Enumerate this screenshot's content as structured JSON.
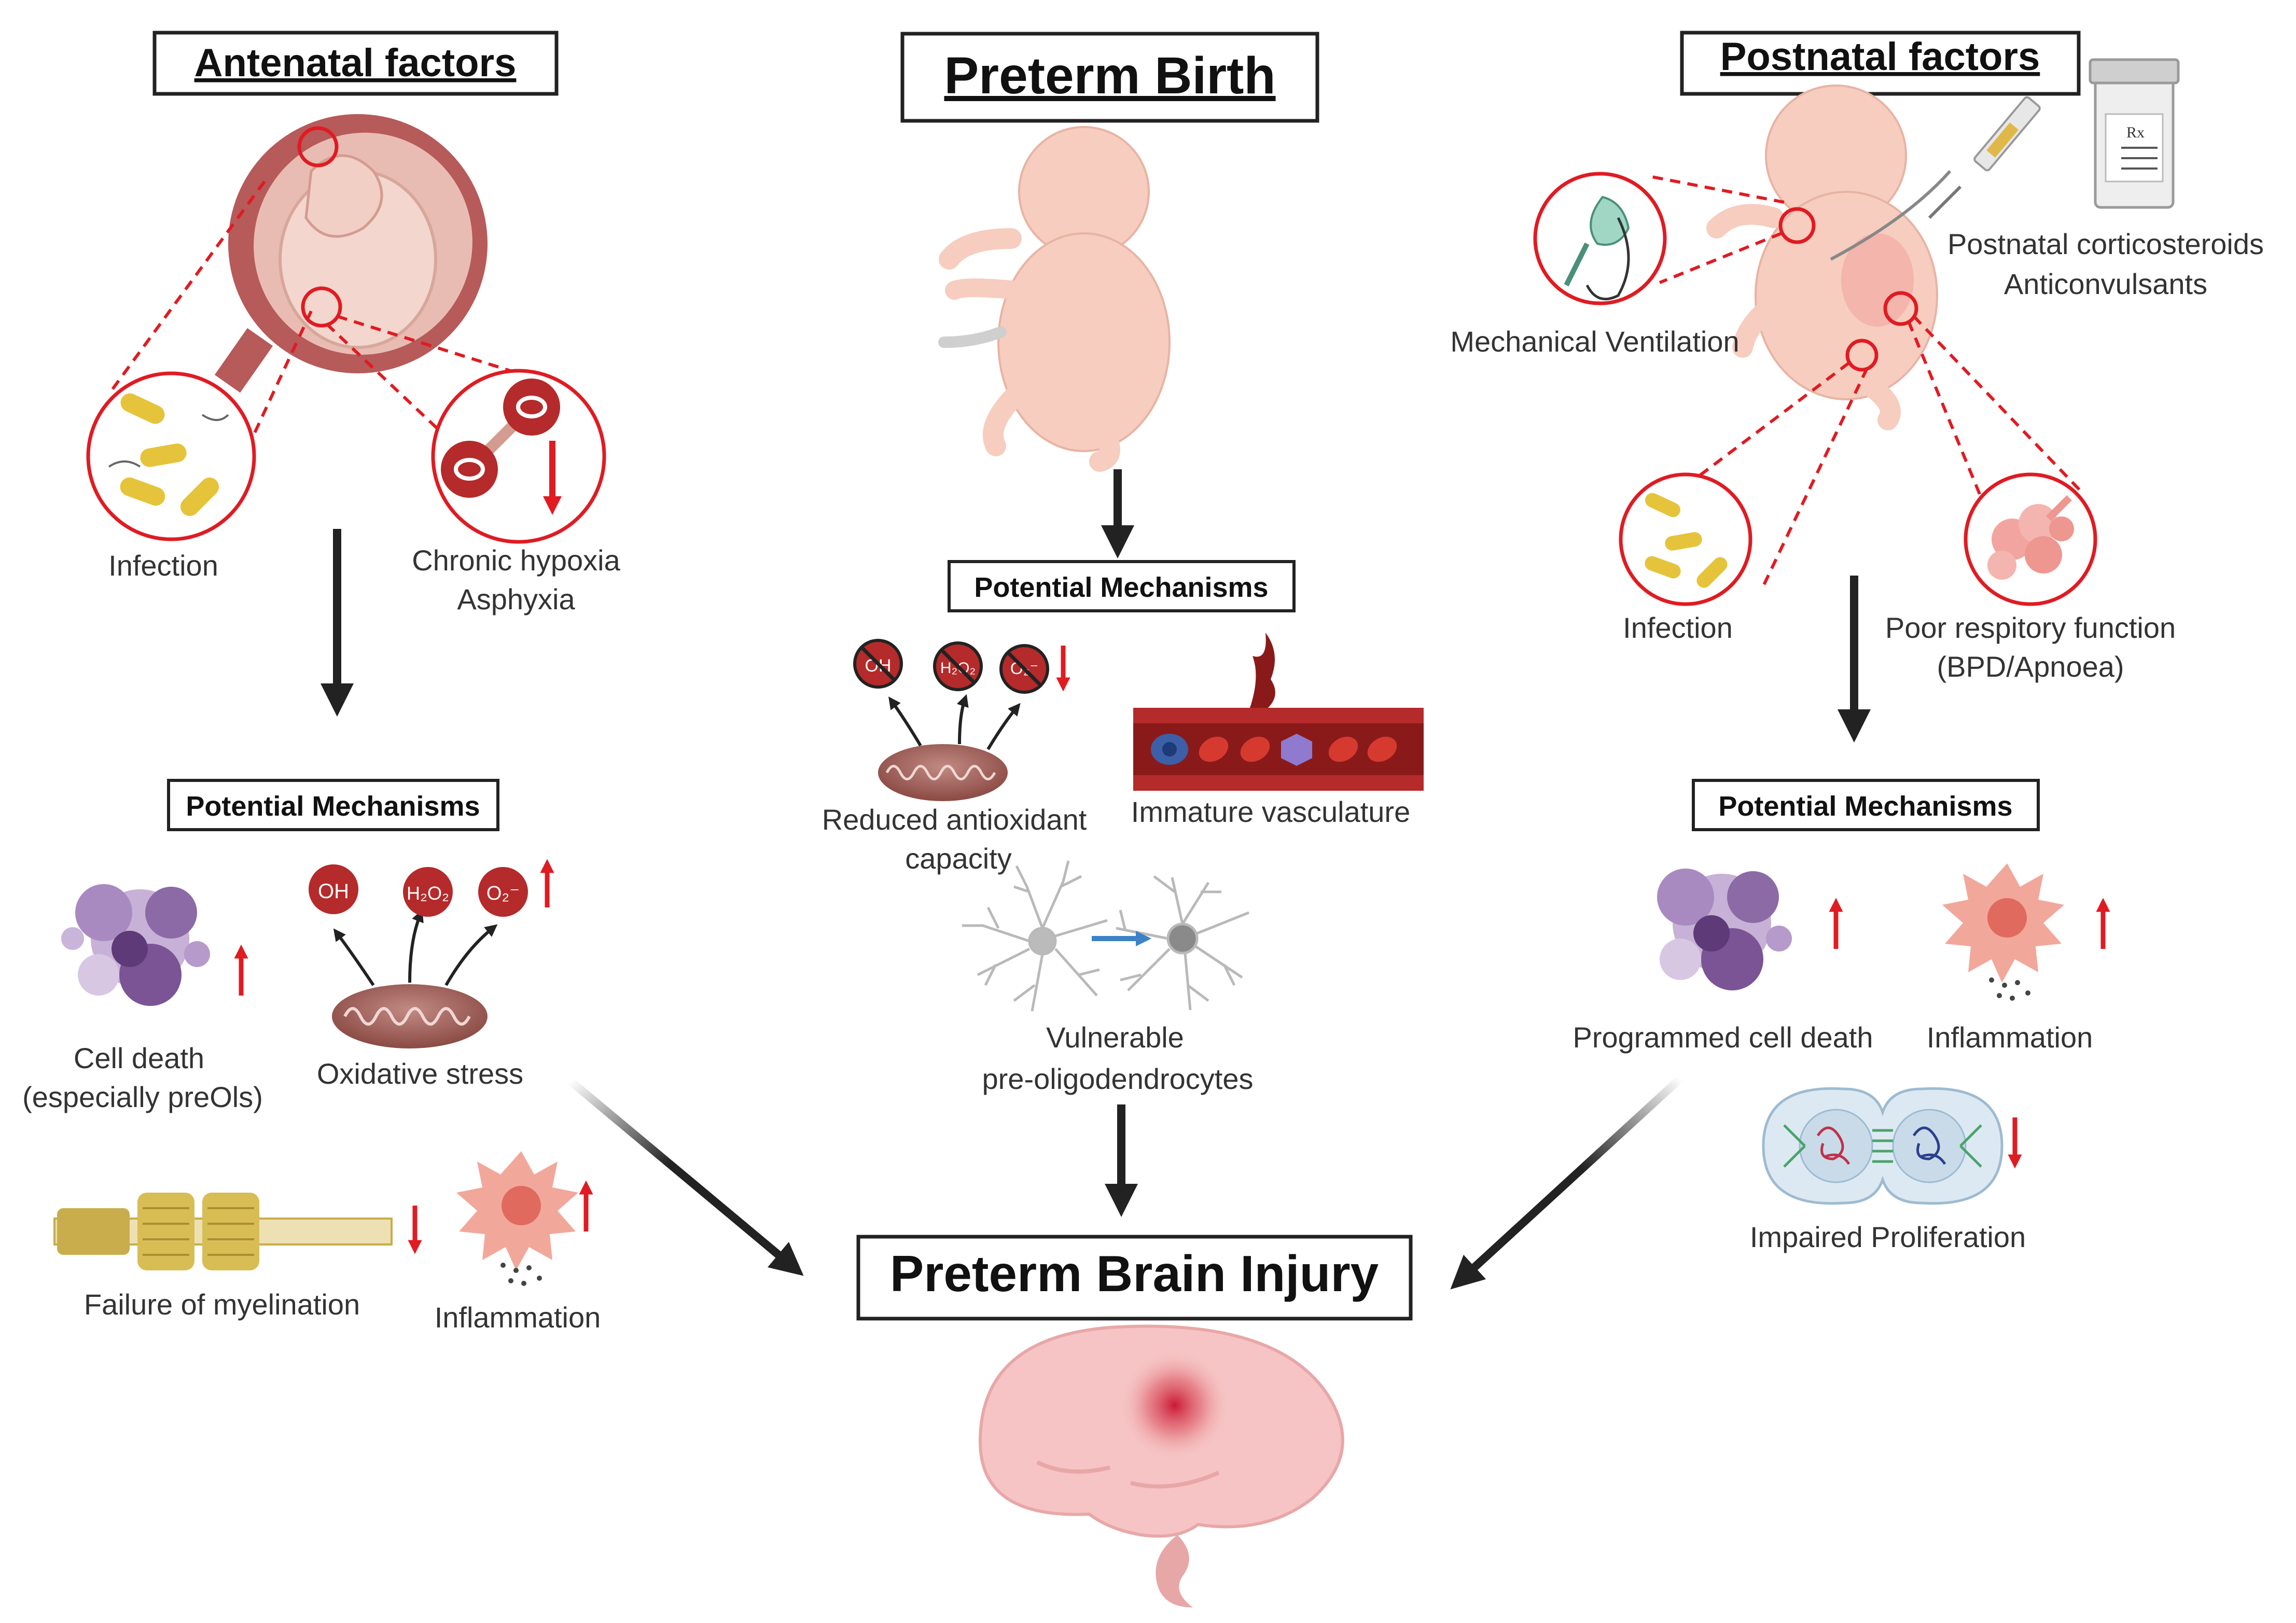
{
  "titles": {
    "antenatal": "Antenatal factors",
    "preterm_birth": "Preterm Birth",
    "postnatal": "Postnatal factors",
    "brain_injury": "Preterm Brain Injury"
  },
  "antenatal": {
    "infection": "Infection",
    "hypoxia_line1": "Chronic hypoxia",
    "hypoxia_line2": "Asphyxia",
    "mechanisms_title": "Potential Mechanisms",
    "cell_death_line1": "Cell death",
    "cell_death_line2": "(especially preOls)",
    "oxidative_stress": "Oxidative stress",
    "myelination": "Failure of myelination",
    "inflammation": "Inflammation",
    "ros_oh": "OH",
    "ros_h2o2": "H₂O₂",
    "ros_o2": "O₂⁻"
  },
  "preterm": {
    "mechanisms_title": "Potential Mechanisms",
    "antioxidant_line1": "Reduced antioxidant",
    "antioxidant_line2": "capacity",
    "vasculature": "Immature vasculature",
    "preol_line1": "Vulnerable",
    "preol_line2": "pre-oligodendrocytes",
    "ros_oh": "OH",
    "ros_h2o2": "H₂O₂",
    "ros_o2": "O₂⁻"
  },
  "postnatal": {
    "drugs_line1": "Postnatal corticosteroids",
    "drugs_line2": "Anticonvulsants",
    "ventilation": "Mechanical Ventilation",
    "infection": "Infection",
    "respiratory_line1": "Poor respitory function",
    "respiratory_line2": "(BPD/Apnoea)",
    "mechanisms_title": "Potential Mechanisms",
    "cell_death": "Programmed cell death",
    "inflammation": "Inflammation",
    "proliferation": "Impaired Proliferation",
    "rx": "Rx"
  },
  "colors": {
    "red": "#e01b22",
    "dark_red": "#b52a2a",
    "arrow": "#222222",
    "skin": "#f6cdbf",
    "purple": "#8c6aa6",
    "gold": "#c9ad4c"
  }
}
